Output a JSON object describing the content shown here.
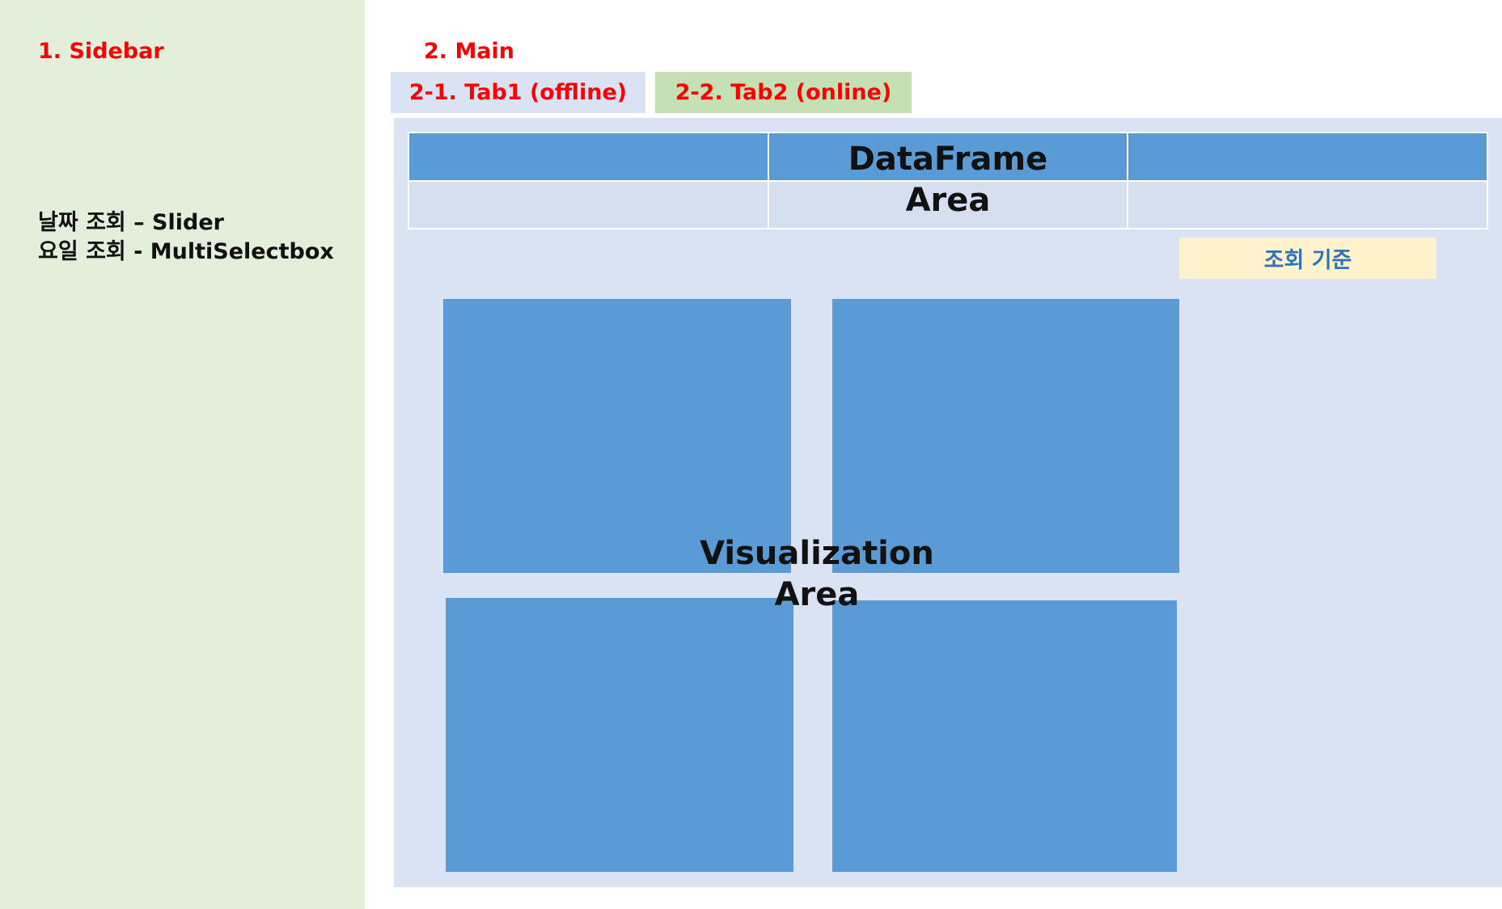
{
  "sidebar": {
    "heading": "1. Sidebar",
    "lines": [
      "날짜 조회 – Slider",
      "요일 조회  - MultiSelectbox"
    ]
  },
  "main": {
    "heading": "2. Main",
    "tabs": [
      {
        "label": "2-1. Tab1 (offline)"
      },
      {
        "label": "2-2. Tab2 (online)"
      }
    ],
    "dataframe_area": {
      "label_line1": "DataFrame",
      "label_line2": "Area"
    },
    "query_basis_label": "조회 기준",
    "visualization_area": {
      "label_line1": "Visualization",
      "label_line2": "Area"
    }
  },
  "colors": {
    "sidebar_bg": "#e2efda",
    "heading_red": "#ff0000",
    "tab1_bg": "#dae3f3",
    "tab2_bg": "#c5e0b4",
    "content_bg": "#dae3f3",
    "block_blue": "#5b9bd5",
    "query_basis_bg": "#fff2cc",
    "query_basis_text": "#2e75b6"
  }
}
